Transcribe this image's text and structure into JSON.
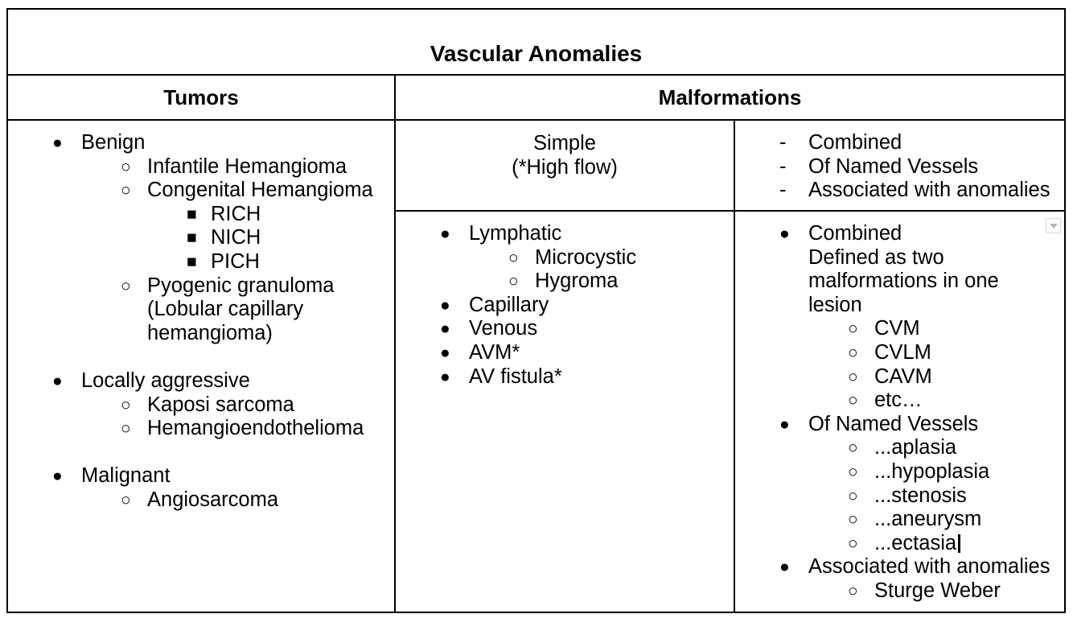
{
  "title": "Vascular Anomalies",
  "headers": {
    "tumors": "Tumors",
    "malformations": "Malformations"
  },
  "glyphs": {
    "disc": "●",
    "circle": "○",
    "square": "■",
    "dash": "-",
    "none": ""
  },
  "tumors": {
    "items": [
      {
        "level": 1,
        "bullet": "disc",
        "text": "Benign"
      },
      {
        "level": 2,
        "bullet": "circle",
        "text": "Infantile Hemangioma"
      },
      {
        "level": 2,
        "bullet": "circle",
        "text": "Congenital Hemangioma"
      },
      {
        "level": 3,
        "bullet": "square",
        "text": "RICH"
      },
      {
        "level": 3,
        "bullet": "square",
        "text": "NICH"
      },
      {
        "level": 3,
        "bullet": "square",
        "text": "PICH"
      },
      {
        "level": 2,
        "bullet": "circle",
        "text": "Pyogenic granuloma"
      },
      {
        "level": 2,
        "bullet": "none",
        "text": "(Lobular capillary"
      },
      {
        "level": 2,
        "bullet": "none",
        "text": "hemangioma)"
      },
      {
        "blank": true
      },
      {
        "level": 1,
        "bullet": "disc",
        "text": "Locally aggressive"
      },
      {
        "level": 2,
        "bullet": "circle",
        "text": "Kaposi sarcoma"
      },
      {
        "level": 2,
        "bullet": "circle",
        "text": "Hemangioendothelioma"
      },
      {
        "blank": true
      },
      {
        "level": 1,
        "bullet": "disc",
        "text": "Malignant"
      },
      {
        "level": 2,
        "bullet": "circle",
        "text": "Angiosarcoma"
      }
    ]
  },
  "malformations": {
    "simple": {
      "title_line1": "Simple",
      "title_line2": "(*High flow)",
      "items": [
        {
          "level": 1,
          "bullet": "disc",
          "text": "Lymphatic"
        },
        {
          "level": 2,
          "bullet": "circle",
          "text": "Microcystic"
        },
        {
          "level": 2,
          "bullet": "circle",
          "text": "Hygroma"
        },
        {
          "level": 1,
          "bullet": "disc",
          "text": "Capillary"
        },
        {
          "level": 1,
          "bullet": "disc",
          "text": "Venous"
        },
        {
          "level": 1,
          "bullet": "disc",
          "text": "AVM*"
        },
        {
          "level": 1,
          "bullet": "disc",
          "text": "AV fistula*"
        }
      ]
    },
    "combined_overview": {
      "items": [
        {
          "level": 1,
          "bullet": "dash",
          "text": "Combined"
        },
        {
          "level": 1,
          "bullet": "dash",
          "text": "Of Named Vessels"
        },
        {
          "level": 1,
          "bullet": "dash",
          "text": "Associated with anomalies"
        }
      ]
    },
    "combined_detail": {
      "items": [
        {
          "level": 1,
          "bullet": "disc",
          "text": "Combined"
        },
        {
          "level": 1,
          "bullet": "none",
          "text": "Defined as two"
        },
        {
          "level": 1,
          "bullet": "none",
          "text": "malformations in one"
        },
        {
          "level": 1,
          "bullet": "none",
          "text": "lesion"
        },
        {
          "level": 2,
          "bullet": "circle",
          "text": "CVM"
        },
        {
          "level": 2,
          "bullet": "circle",
          "text": "CVLM"
        },
        {
          "level": 2,
          "bullet": "circle",
          "text": "CAVM"
        },
        {
          "level": 2,
          "bullet": "circle",
          "text": "etc…"
        },
        {
          "level": 1,
          "bullet": "disc",
          "text": "Of Named Vessels"
        },
        {
          "level": 2,
          "bullet": "circle",
          "text": "...aplasia"
        },
        {
          "level": 2,
          "bullet": "circle",
          "text": "...hypoplasia"
        },
        {
          "level": 2,
          "bullet": "circle",
          "text": "...stenosis"
        },
        {
          "level": 2,
          "bullet": "circle",
          "text": "...aneurysm"
        },
        {
          "level": 2,
          "bullet": "circle",
          "text": "...ectasia",
          "caret": true
        },
        {
          "level": 1,
          "bullet": "disc",
          "text": "Associated with anomalies"
        },
        {
          "level": 2,
          "bullet": "circle",
          "text": "Sturge Weber"
        }
      ]
    }
  }
}
